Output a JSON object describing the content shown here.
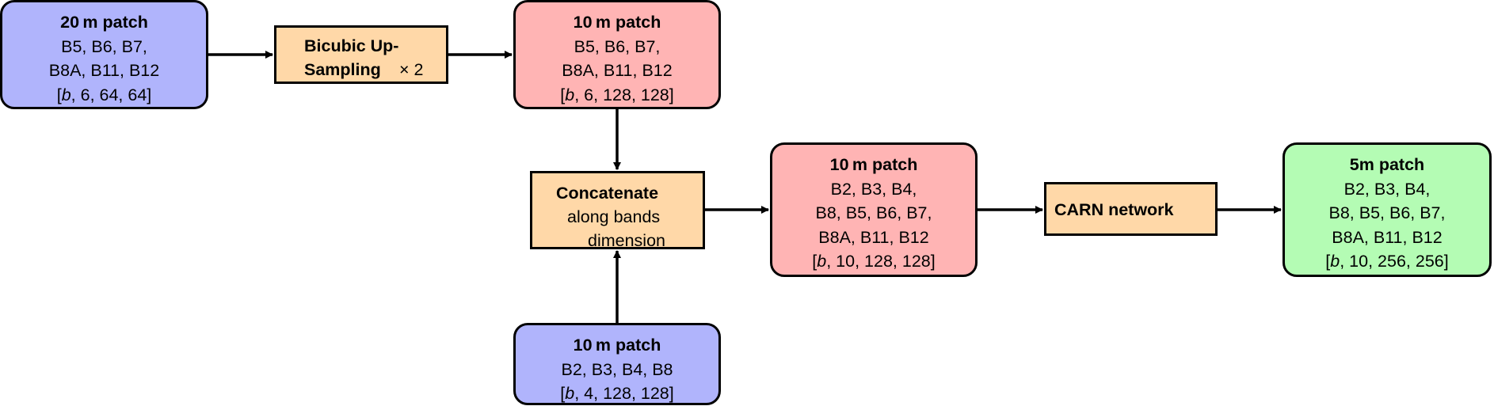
{
  "colors": {
    "input_20m": "#b0b4fc",
    "upsampled_10m": "#ffb4b4",
    "process": "#ffd8a8",
    "output_5m": "#b4fcb4",
    "input_10m": "#b0b4fc",
    "stroke": "#000000"
  },
  "nodes": {
    "patch_20m": {
      "title": "20 m patch",
      "line1": "B5,  B6,  B7,",
      "line2": "B8A,  B11,  B12",
      "dims_b": "b",
      "dims_rest": ", 6,  64,  64]",
      "dims_open": "["
    },
    "bicubic": {
      "line1": "Bicubic Up-",
      "line2": "Sampling",
      "factor": "× 2"
    },
    "patch_10m_up": {
      "title": "10 m patch",
      "line1": "B5,  B6,  B7,",
      "line2": "B8A,  B11,  B12",
      "dims_open": "[",
      "dims_b": "b",
      "dims_rest": ", 6,  128,  128]"
    },
    "concat": {
      "title": "Concatenate",
      "line1": "along bands",
      "line2": "dimension"
    },
    "patch_10m_cat": {
      "title": "10 m patch",
      "line1": "B2,  B3,  B4,",
      "line2": "B8,  B5,  B6,  B7,",
      "line3": "B8A,  B11,  B12",
      "dims_open": "[",
      "dims_b": "b",
      "dims_rest": ", 10,  128,  128]"
    },
    "carn": {
      "label": "CARN network"
    },
    "patch_5m": {
      "title": "5m patch",
      "line1": "B2,  B3,  B4,",
      "line2": "B8,  B5,  B6,  B7,",
      "line3": "B8A,  B11,  B12",
      "dims_open": "[",
      "dims_b": "b",
      "dims_rest": ", 10,  256,  256]"
    },
    "patch_10m_base": {
      "title": "10 m patch",
      "line1": "B2,  B3,  B4,  B8",
      "dims_open": "[",
      "dims_b": "b",
      "dims_rest": ", 4,  128,  128]"
    }
  }
}
